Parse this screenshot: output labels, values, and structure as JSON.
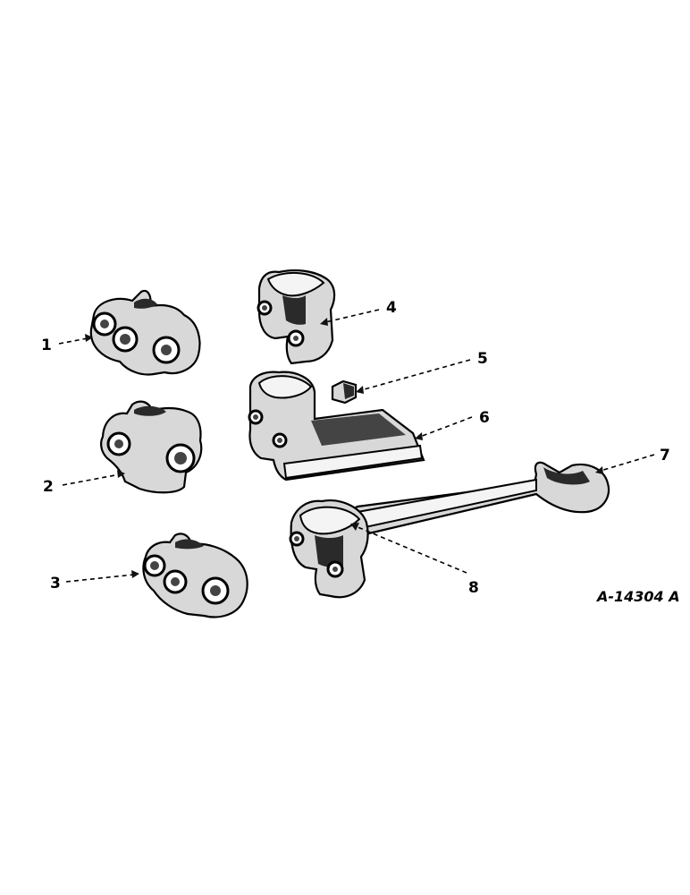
{
  "reference_code": "A-14304 A",
  "callouts": [
    {
      "id": "1",
      "label": "1"
    },
    {
      "id": "2",
      "label": "2"
    },
    {
      "id": "3",
      "label": "3"
    },
    {
      "id": "4",
      "label": "4"
    },
    {
      "id": "5",
      "label": "5"
    },
    {
      "id": "6",
      "label": "6"
    },
    {
      "id": "7",
      "label": "7"
    },
    {
      "id": "8",
      "label": "8"
    }
  ]
}
